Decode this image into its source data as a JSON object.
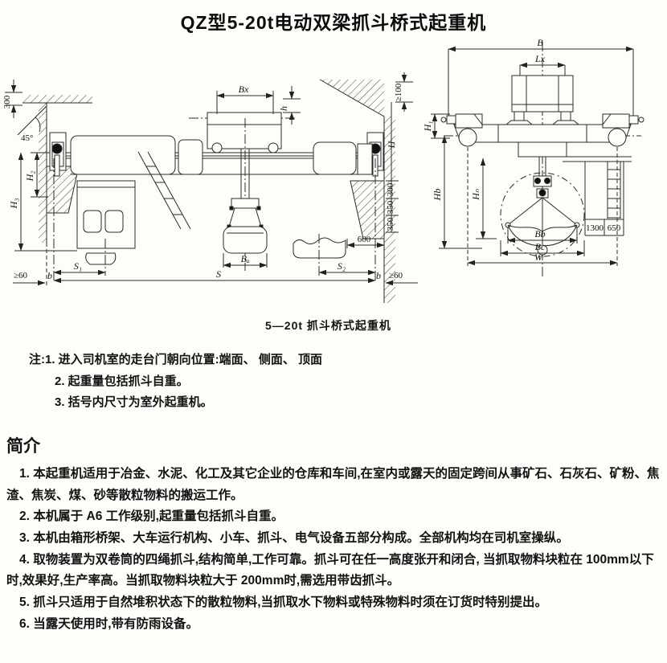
{
  "page": {
    "title": "QZ型5-20t电动双梁抓斗桥式起重机"
  },
  "drawing": {
    "caption": "5—20t 抓斗桥式起重机",
    "left_view": {
      "ceiling_gap": "300",
      "wall_angle": "45°",
      "trolley_width": "Bx",
      "hook_head": "h",
      "roof_gap": "≥100",
      "height": "H",
      "dim_300": "300",
      "dim_350a": "350",
      "dim_350b": "350",
      "dim_600": "600",
      "h2": "H₂",
      "h3": "H₃",
      "s1": "S₁",
      "grab_width": "Bₐ",
      "span": "S",
      "s2": "S₂",
      "b_left": "b",
      "b_right": "b",
      "clear_left": "≥60",
      "clear_right": "≥60"
    },
    "right_view": {
      "overall_width": "B",
      "trolley_gauge": "Lx",
      "h1": "H₁",
      "hb": "Hb",
      "hn": "Hₙ",
      "grab_bb": "Bb",
      "grab_bc": "Bc",
      "wheel_gauge": "W",
      "dim_1300": "1300",
      "dim_650": "650"
    }
  },
  "notes": {
    "line1": "注:1. 进入司机室的走台门朝向位置:端面、 侧面、 顶面",
    "line2": "2. 起重量包括抓斗自重。",
    "line3": "3. 括号内尺寸为室外起重机。"
  },
  "intro": {
    "heading": "简介",
    "paragraphs": [
      "1. 本起重机适用于冶金、水泥、化工及其它企业的仓库和车间,在室内或露天的固定跨间从事矿石、石灰石、矿粉、焦渣、焦炭、煤、砂等散粒物料的搬运工作。",
      "2. 本机属于 A6 工作级别,起重量包括抓斗自重。",
      "3. 本机由箱形桥架、大车运行机构、小车、抓斗、电气设备五部分构成。全部机构均在司机室操纵。",
      "4. 取物装置为双卷筒的四绳抓斗,结构简单,工作可靠。抓斗可在任一高度张开和闭合, 当抓取物料块粒在 100mm以下时,效果好,生产率高。当抓取物料块粒大于 200mm时,需选用带齿抓斗。",
      "5. 抓斗只适用于自然堆积状态下的散粒物料,当抓取水下物料或特殊物料时须在订货时特别提出。",
      "6. 当露天使用时,带有防雨设备。"
    ]
  }
}
